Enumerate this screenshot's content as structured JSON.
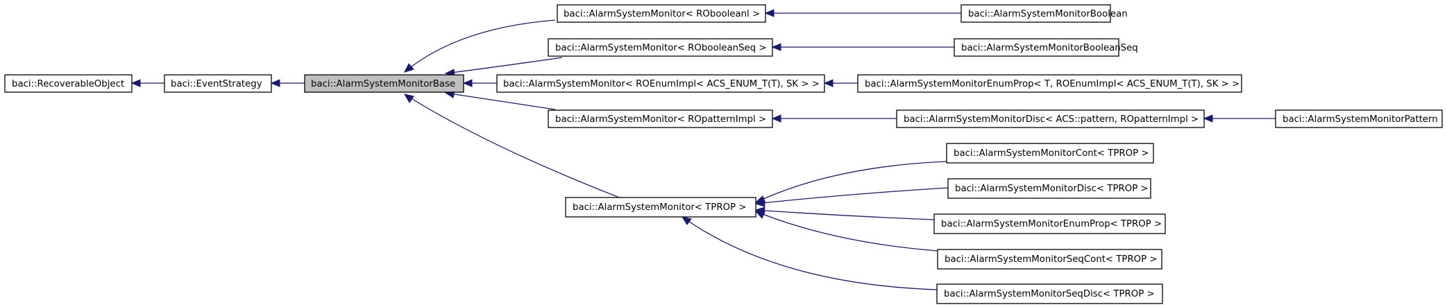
{
  "nodes": {
    "recoverable": "baci::RecoverableObject",
    "event_strategy": "baci::EventStrategy",
    "base": "baci::AlarmSystemMonitorBase",
    "asm_roboolean": "baci::AlarmSystemMonitor< RObooleanl >",
    "asm_robooleanseq": "baci::AlarmSystemMonitor< RObooleanSeq >",
    "asm_roenumimpl": "baci::AlarmSystemMonitor< ROEnumImpl< ACS_ENUM_T(T), SK > >",
    "asm_ropatternimpl": "baci::AlarmSystemMonitor< ROpatternImpl >",
    "asm_tprop": "baci::AlarmSystemMonitor< TPROP >",
    "asm_boolean": "baci::AlarmSystemMonitorBoolean",
    "asm_booleanseq": "baci::AlarmSystemMonitorBooleanSeq",
    "asm_enumprop_t": "baci::AlarmSystemMonitorEnumProp< T, ROEnumImpl< ACS_ENUM_T(T), SK > >",
    "asm_disc_pattern": "baci::AlarmSystemMonitorDisc< ACS::pattern, ROpatternImpl >",
    "asm_pattern": "baci::AlarmSystemMonitorPattern",
    "asm_cont_tprop": "baci::AlarmSystemMonitorCont< TPROP >",
    "asm_disc_tprop": "baci::AlarmSystemMonitorDisc< TPROP >",
    "asm_enumprop_tprop": "baci::AlarmSystemMonitorEnumProp< TPROP >",
    "asm_seqcont_tprop": "baci::AlarmSystemMonitorSeqCont< TPROP >",
    "asm_seqdisc_tprop": "baci::AlarmSystemMonitorSeqDisc< TPROP >"
  },
  "colors": {
    "edge": "#191970",
    "node_border": "#000000",
    "highlight_fill": "#bfbfbf"
  }
}
